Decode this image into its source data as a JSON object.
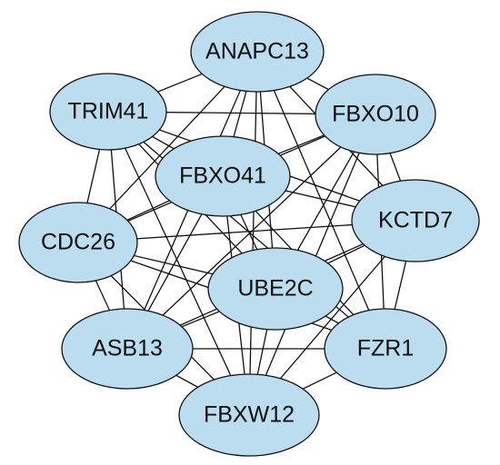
{
  "colors": {
    "node_fill": "#bcdcef",
    "node_stroke": "#111111",
    "edge": "#111111",
    "background": "#ffffff"
  },
  "nodes": [
    {
      "id": "anapc13",
      "label": "ANAPC13"
    },
    {
      "id": "trim41",
      "label": "TRIM41"
    },
    {
      "id": "fbxo10",
      "label": "FBXO10"
    },
    {
      "id": "fbxo41",
      "label": "FBXO41"
    },
    {
      "id": "cdc26",
      "label": "CDC26"
    },
    {
      "id": "kctd7",
      "label": "KCTD7"
    },
    {
      "id": "ube2c",
      "label": "UBE2C"
    },
    {
      "id": "asb13",
      "label": "ASB13"
    },
    {
      "id": "fzr1",
      "label": "FZR1"
    },
    {
      "id": "fbxw12",
      "label": "FBXW12"
    }
  ],
  "edges": [
    [
      "anapc13",
      "trim41"
    ],
    [
      "anapc13",
      "fbxo10"
    ],
    [
      "anapc13",
      "fbxo41"
    ],
    [
      "anapc13",
      "cdc26"
    ],
    [
      "anapc13",
      "kctd7"
    ],
    [
      "anapc13",
      "ube2c"
    ],
    [
      "anapc13",
      "asb13"
    ],
    [
      "anapc13",
      "fzr1"
    ],
    [
      "anapc13",
      "fbxw12"
    ],
    [
      "trim41",
      "fbxo10"
    ],
    [
      "trim41",
      "fbxo41"
    ],
    [
      "trim41",
      "cdc26"
    ],
    [
      "trim41",
      "kctd7"
    ],
    [
      "trim41",
      "ube2c"
    ],
    [
      "trim41",
      "asb13"
    ],
    [
      "trim41",
      "fzr1"
    ],
    [
      "trim41",
      "fbxw12"
    ],
    [
      "fbxo10",
      "fbxo41"
    ],
    [
      "fbxo10",
      "cdc26"
    ],
    [
      "fbxo10",
      "kctd7"
    ],
    [
      "fbxo10",
      "ube2c"
    ],
    [
      "fbxo10",
      "asb13"
    ],
    [
      "fbxo10",
      "fzr1"
    ],
    [
      "fbxo10",
      "fbxw12"
    ],
    [
      "fbxo41",
      "cdc26"
    ],
    [
      "fbxo41",
      "kctd7"
    ],
    [
      "fbxo41",
      "ube2c"
    ],
    [
      "fbxo41",
      "asb13"
    ],
    [
      "fbxo41",
      "fzr1"
    ],
    [
      "fbxo41",
      "fbxw12"
    ],
    [
      "cdc26",
      "kctd7"
    ],
    [
      "cdc26",
      "ube2c"
    ],
    [
      "cdc26",
      "asb13"
    ],
    [
      "cdc26",
      "fzr1"
    ],
    [
      "cdc26",
      "fbxw12"
    ],
    [
      "kctd7",
      "ube2c"
    ],
    [
      "kctd7",
      "asb13"
    ],
    [
      "kctd7",
      "fzr1"
    ],
    [
      "kctd7",
      "fbxw12"
    ],
    [
      "ube2c",
      "asb13"
    ],
    [
      "ube2c",
      "fzr1"
    ],
    [
      "ube2c",
      "fbxw12"
    ],
    [
      "asb13",
      "fzr1"
    ],
    [
      "asb13",
      "fbxw12"
    ],
    [
      "fzr1",
      "fbxw12"
    ]
  ]
}
